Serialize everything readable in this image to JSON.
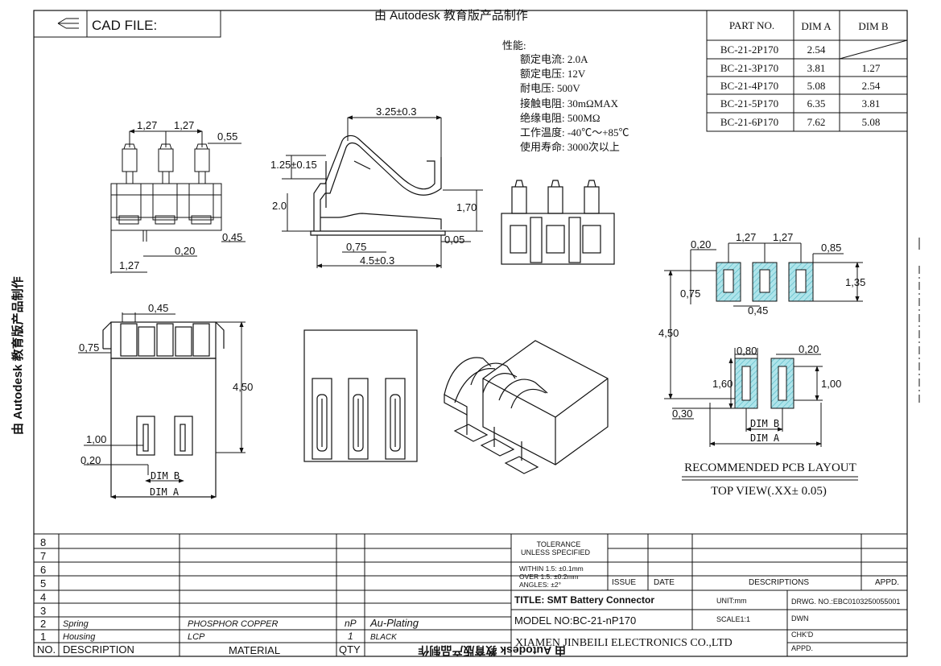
{
  "header": {
    "cad_file_label": "CAD FILE:",
    "watermark_top": "由 Autodesk 教育版产品制作",
    "watermark_left": "由 Autodesk 教育版产品制作",
    "watermark_bottom": "由 Autodesk 教育版产品制作"
  },
  "dim_table": {
    "headers": [
      "PART NO.",
      "DIM A",
      "DIM B"
    ],
    "rows": [
      {
        "part": "BC-21-2P170",
        "a": "2.54",
        "b": ""
      },
      {
        "part": "BC-21-3P170",
        "a": "3.81",
        "b": "1.27"
      },
      {
        "part": "BC-21-4P170",
        "a": "5.08",
        "b": "2.54"
      },
      {
        "part": "BC-21-5P170",
        "a": "6.35",
        "b": "3.81"
      },
      {
        "part": "BC-21-6P170",
        "a": "7.62",
        "b": "5.08"
      }
    ]
  },
  "specs": {
    "title": "性能:",
    "lines": [
      "额定电流: 2.0A",
      "额定电压: 12V",
      "耐电压: 500V",
      "接触电阻: 30mΩMAX",
      "绝缘电阻: 500MΩ",
      "工作温度: -40℃～+85℃",
      "使用寿命: 3000次以上"
    ]
  },
  "dims": {
    "front": {
      "p1": "1,27",
      "p2": "1,27",
      "w": "0,55",
      "b1": "0,45",
      "b2": "0,20",
      "b3": "1,27"
    },
    "side": {
      "top": "3.25±0.3",
      "h1": "1.25±0.15",
      "h2": "2.0",
      "h3": "1,70",
      "b1": "0,75",
      "b2": "0,05",
      "b3": "4.5±0.3"
    },
    "bottom": {
      "t1": "0,45",
      "l1": "0,75",
      "h": "4,50",
      "l2": "1,00",
      "l3": "0,20",
      "dimb": "DIM B",
      "dima": "DIM A"
    },
    "pcb": {
      "d1": "0,20",
      "d2": "1,27",
      "d3": "1,27",
      "d4": "0,85",
      "d5": "0,75",
      "d6": "1,35",
      "d7": "0,45",
      "d8": "4,50",
      "d9": "0,80",
      "d10": "0,20",
      "d11": "1,60",
      "d12": "1,00",
      "d13": "0,30",
      "dimb": "DIM B",
      "dima": "DIM A"
    }
  },
  "pcb_title": {
    "line1": "RECOMMENDED PCB LAYOUT",
    "line2": "TOP VIEW(.XX± 0.05)"
  },
  "bom": {
    "rows": [
      {
        "no": "8",
        "desc": "",
        "mat": "",
        "qty": "",
        "note": ""
      },
      {
        "no": "7",
        "desc": "",
        "mat": "",
        "qty": "",
        "note": ""
      },
      {
        "no": "6",
        "desc": "",
        "mat": "",
        "qty": "",
        "note": ""
      },
      {
        "no": "5",
        "desc": "",
        "mat": "",
        "qty": "",
        "note": ""
      },
      {
        "no": "4",
        "desc": "",
        "mat": "",
        "qty": "",
        "note": ""
      },
      {
        "no": "3",
        "desc": "",
        "mat": "",
        "qty": "",
        "note": ""
      },
      {
        "no": "2",
        "desc": "Spring",
        "mat": "PHOSPHOR COPPER",
        "qty": "nP",
        "note": "Au-Plating"
      },
      {
        "no": "1",
        "desc": "Housing",
        "mat": "LCP",
        "qty": "1",
        "note": "BLACK"
      }
    ],
    "headers": {
      "no": "NO.",
      "desc": "DESCRIPTION",
      "mat": "MATERIAL",
      "qty": "QTY"
    }
  },
  "title_block": {
    "tol1": "TOLERANCE",
    "tol2": "UNLESS SPECIFIED",
    "tol3": "WITHIN 1.5: ±0.1mm",
    "tol4": "OVER 1.5: ±0.2mm",
    "tol5": "ANGLES: ±2°",
    "issue": "ISSUE",
    "date": "DATE",
    "descriptions": "DESCRIPTIONS",
    "appd": "APPD.",
    "title": "TITLE: SMT Battery Connector",
    "unit": "UNIT:mm",
    "drwg": "DRWG. NO.:EBC0103250055001",
    "model": "MODEL NO:BC-21-nP170",
    "scale": "SCALE1:1",
    "dwn": "DWN",
    "chkd": "CHK'D",
    "company": "XIAMEN JINBEILI ELECTRONICS CO.,LTD",
    "appd2": "APPD."
  }
}
